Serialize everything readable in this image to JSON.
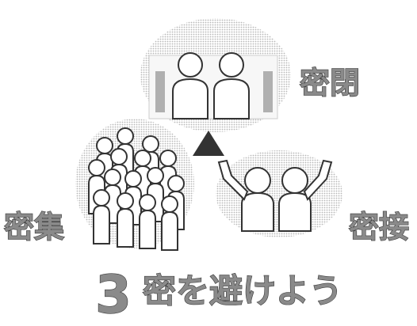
{
  "labels": {
    "closed_spaces": "密閉",
    "crowded_places": "密集",
    "close_contact": "密接"
  },
  "slogan": {
    "number": "3",
    "text": "密を避けよう"
  },
  "colors": {
    "text_fill": "#8a8a8a",
    "text_stroke": "#3a3a3a",
    "blob": "#e6e6e6",
    "triangle": "#333333",
    "wall_accent": "#b0b0b0"
  }
}
